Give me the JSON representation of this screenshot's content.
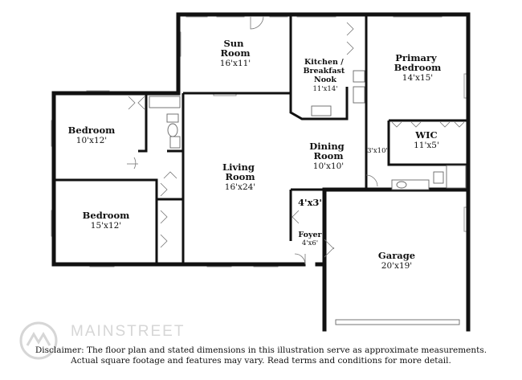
{
  "rooms": {
    "sun_room": {
      "name": "Sun\nRoom",
      "dims": "16'x11'"
    },
    "kitchen": {
      "name": "Kitchen /\nBreakfast\nNook",
      "dims": "11'x14'"
    },
    "primary_bedroom": {
      "name": "Primary\nBedroom",
      "dims": "14'x15'"
    },
    "bedroom1": {
      "name": "Bedroom",
      "dims": "10'x12'"
    },
    "wic": {
      "name": "WIC",
      "dims": "11'x5'"
    },
    "closet": {
      "dims": "3'x10'"
    },
    "dining_room": {
      "name": "Dining\nRoom",
      "dims": "10'x10'"
    },
    "living_room": {
      "name": "Living\nRoom",
      "dims": "16'x24'"
    },
    "bedroom2": {
      "name": "Bedroom",
      "dims": "15'x12'"
    },
    "small_room": {
      "dims": "4'x3'"
    },
    "foyer": {
      "name": "Foyer",
      "dims": "4'x6'"
    },
    "garage": {
      "name": "Garage",
      "dims": "20'x19'"
    }
  },
  "disclaimer": {
    "line1": "Disclaimer: The floor plan and stated dimensions in this illustration serve as approximate measurements.",
    "line2": "Actual square footage and features may vary. Read terms and conditions for more detail."
  },
  "watermark": {
    "text": "MAINSTREET"
  }
}
